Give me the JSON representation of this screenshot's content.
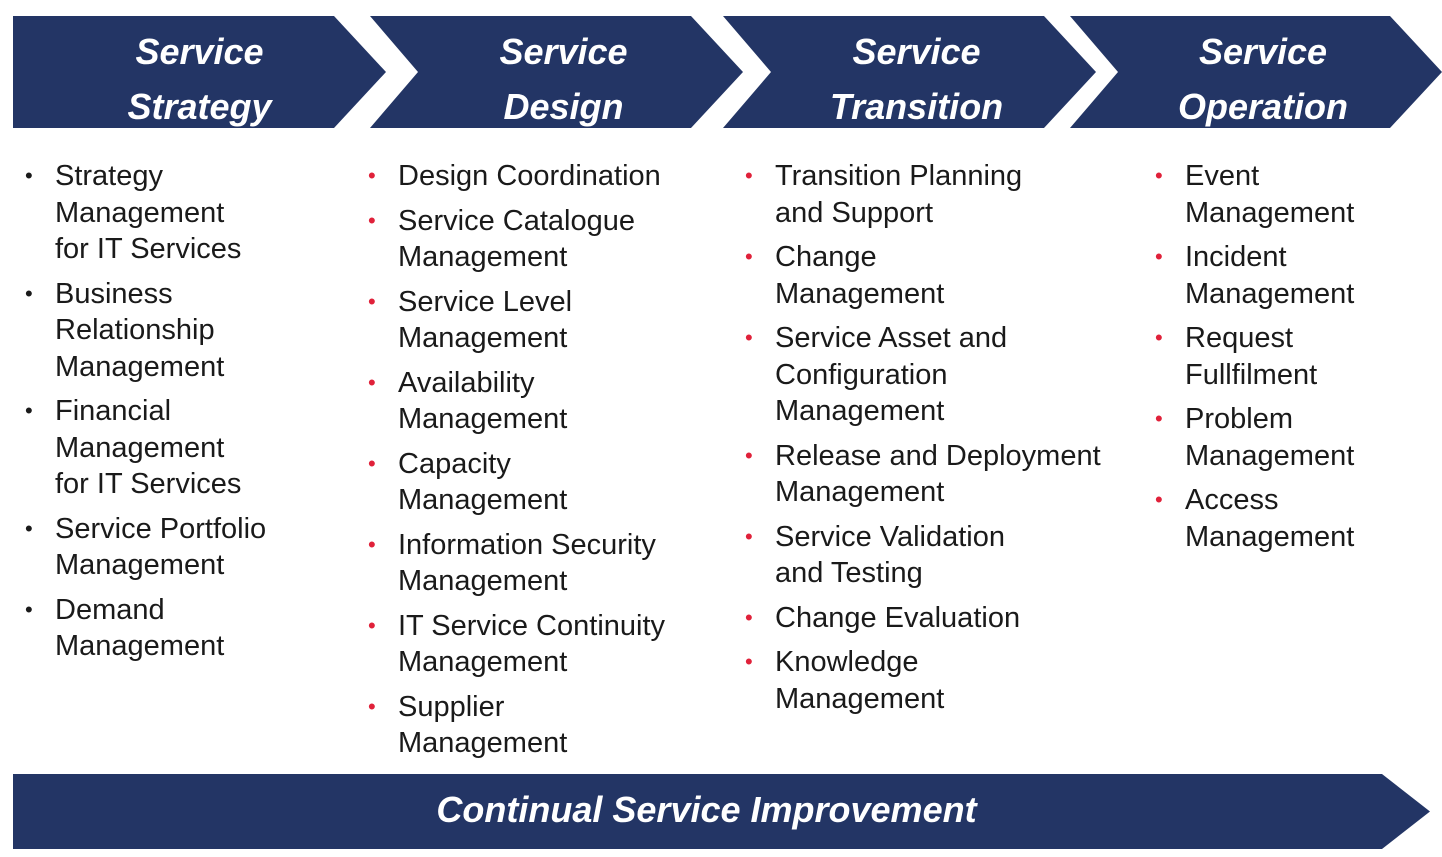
{
  "colors": {
    "navy": "#233565",
    "red": "#e0213a",
    "text": "#1a1a1a"
  },
  "phases": [
    {
      "title_line1": "Service",
      "title_line2": "Strategy",
      "bullet_color": "black",
      "items": [
        "Strategy\nManagement\nfor IT Services",
        "Business\nRelationship\nManagement",
        "Financial\nManagement\nfor IT Services",
        "Service Portfolio\nManagement",
        "Demand\nManagement"
      ]
    },
    {
      "title_line1": "Service",
      "title_line2": "Design",
      "bullet_color": "red",
      "items": [
        "Design Coordination",
        "Service Catalogue\nManagement",
        "Service Level\nManagement",
        "Availability\nManagement",
        "Capacity\nManagement",
        "Information Security\nManagement",
        "IT Service Continuity\nManagement",
        "Supplier\nManagement"
      ]
    },
    {
      "title_line1": "Service",
      "title_line2": "Transition",
      "bullet_color": "red",
      "items": [
        "Transition Planning\nand Support",
        "Change\nManagement",
        "Service Asset and\nConfiguration\nManagement",
        "Release and Deployment\nManagement",
        "Service Validation\nand Testing",
        "Change Evaluation",
        "Knowledge\nManagement"
      ]
    },
    {
      "title_line1": "Service",
      "title_line2": "Operation",
      "bullet_color": "red",
      "items": [
        "Event\nManagement",
        "Incident\nManagement",
        "Request\nFullfilment",
        "Problem\nManagement",
        "Access\nManagement"
      ]
    }
  ],
  "bottom_banner": {
    "label": "Continual Service Improvement"
  }
}
